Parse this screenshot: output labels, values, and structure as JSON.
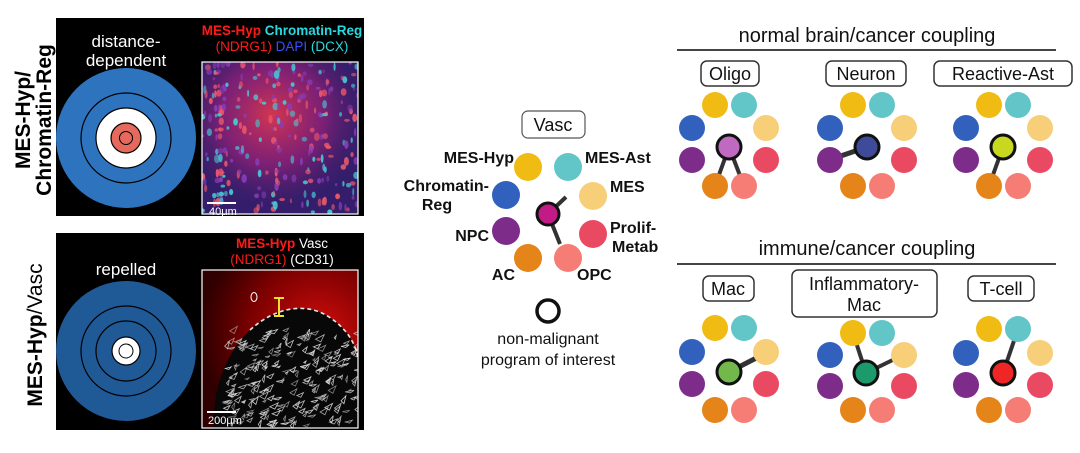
{
  "colors": {
    "mes_hyp": "#f0bc14",
    "mes_ast": "#62c5c8",
    "mes": "#f7cf78",
    "prolif_metab": "#e94a61",
    "opc": "#f67d76",
    "ac": "#e48419",
    "npc": "#7d2c8a",
    "chromatin_reg": "#3261bd",
    "red_label": "#ff1a1a",
    "cyan_label": "#28d9e0",
    "blue_label": "#3d4cff",
    "panel_a_ring": "#2e73bd",
    "panel_b_ring": "#1f5a97"
  },
  "panel_a": {
    "row_label_line1": "MES-Hyp/",
    "row_label_line2": "Chromatin-Reg",
    "caption_line1": "distance-",
    "caption_line2": "dependent",
    "micro_caption": {
      "mes_hyp": "MES-Hyp",
      "chromatin_reg": "Chromatin-Reg",
      "ndrg1": "(NDRG1)",
      "dapi": "DAPI",
      "dcx": "(DCX)"
    },
    "scale_bar": "40μm"
  },
  "panel_b": {
    "row_label_bold": "MES-Hyp",
    "row_label_rest": "/Vasc",
    "caption": "repelled",
    "micro_caption": {
      "mes_hyp": "MES-Hyp",
      "vasc": "Vasc",
      "ndrg1": "(NDRG1)",
      "cd31": "(CD31)"
    },
    "scale_bar": "200μm"
  },
  "legend": {
    "title": "Vasc",
    "labels": {
      "mes_hyp": "MES-Hyp",
      "mes_ast": "MES-Ast",
      "mes": "MES",
      "chromatin_reg_1": "Chromatin-",
      "chromatin_reg_2": "Reg",
      "prolif_1": "Prolif-",
      "prolif_2": "Metab",
      "npc": "NPC",
      "ac": "AC",
      "opc": "OPC"
    },
    "note_line1": "non-malignant",
    "note_line2": "program of interest",
    "center_color": "#c21a86"
  },
  "sections": {
    "normal": "normal brain/cancer coupling",
    "immune": "immune/cancer coupling"
  },
  "wheels": [
    {
      "name": "Oligo",
      "center_color": "#bf6ac0"
    },
    {
      "name": "Neuron",
      "center_color": "#3f4a99"
    },
    {
      "name": "Reactive-Ast",
      "center_color": "#c8d81e"
    },
    {
      "name": "Mac",
      "center_color": "#72b84a"
    },
    {
      "name": "Inflammatory-Mac",
      "name_line1": "Inflammatory-",
      "name_line2": "Mac",
      "center_color": "#1c9a6c"
    },
    {
      "name": "T-cell",
      "center_color": "#f02525"
    }
  ]
}
